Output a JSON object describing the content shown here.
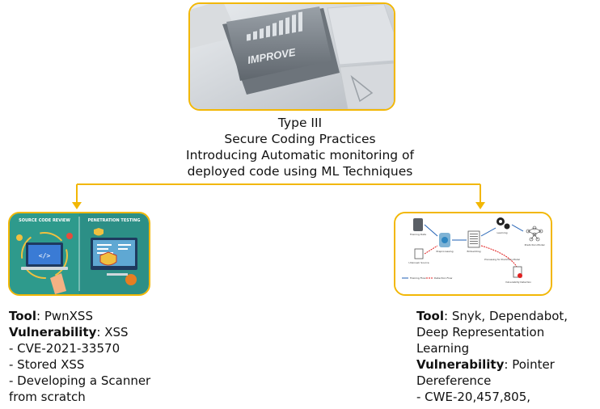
{
  "top_image": {
    "key_label": "IMPROVE"
  },
  "title": {
    "line1": "Type III",
    "line2": "Secure Coding Practices",
    "line3": "Introducing Automatic monitoring of",
    "line4": "deployed code using ML Techniques"
  },
  "left_image": {
    "panel1": "SOURCE CODE REVIEW",
    "panel2": "PENETRATION TESTING"
  },
  "right_image": {
    "training_data": "Training Data",
    "unknown_source": "Unknown Source",
    "preprocessing": "Preprocessing",
    "embedding": "Embedding",
    "learning": "Learning",
    "prediction_model": "Prediction Model",
    "processing": "Processing for Prediction Model",
    "vulnerability": "Vulnerability Detection",
    "training_flow": "Training Flow",
    "detection_flow": "Detection Flow"
  },
  "left_desc": {
    "tool_label": "Tool",
    "tool_value": ": PwnXSS",
    "vuln_label": "Vulnerability",
    "vuln_value": ": XSS",
    "item1": "- CVE-2021-33570",
    "item2": "- Stored XSS",
    "item3a": "- Developing a Scanner",
    "item3b": "from scratch"
  },
  "right_desc": {
    "tool_label": "Tool",
    "tool_value1": ": Snyk, Dependabot,",
    "tool_value2": "Deep Representation",
    "tool_value3": "Learning",
    "vuln_label": "Vulnerability",
    "vuln_value1": ": Pointer",
    "vuln_value2": "Dereference",
    "item1": "- CWE-20,457,805,"
  },
  "colors": {
    "frame": "#f2b705",
    "connector": "#f2b705",
    "detection_flow": "#e02020",
    "training_flow": "#1f5fb4"
  }
}
